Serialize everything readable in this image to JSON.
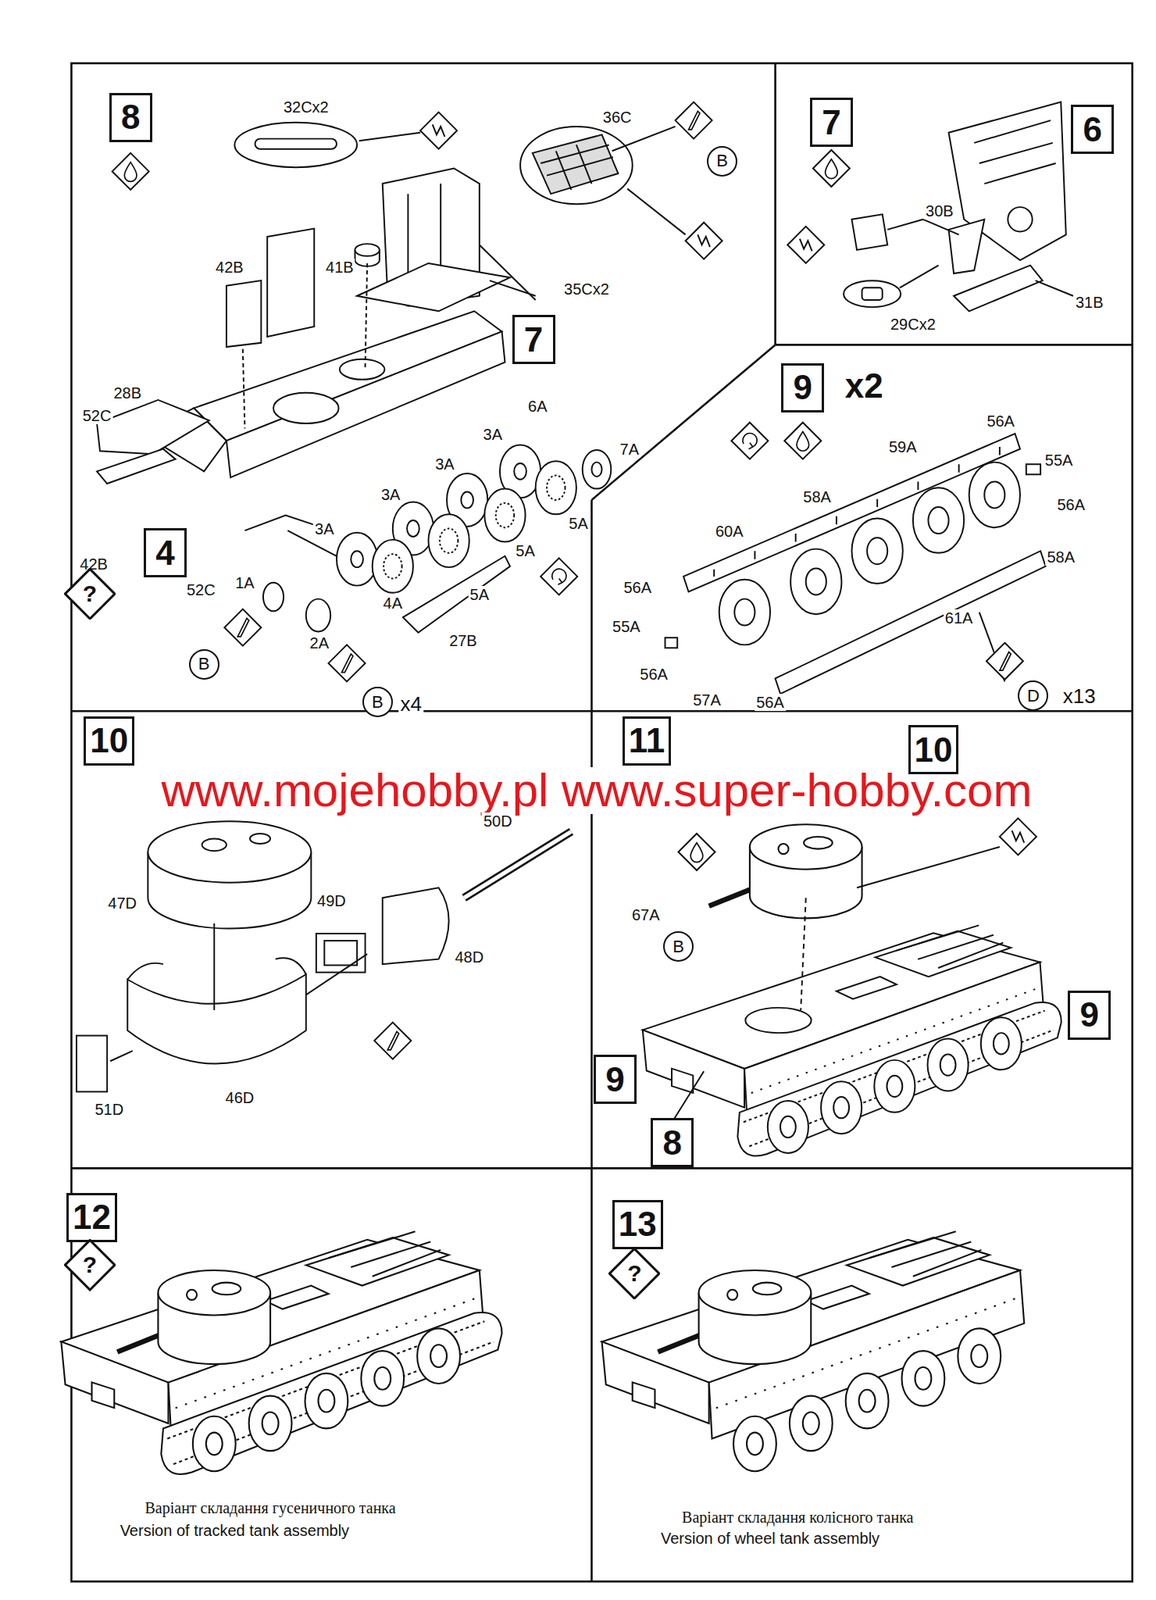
{
  "diagram": {
    "nodes": [
      {
        "text": [
          "8"
        ]
      },
      {
        "text": [
          "?"
        ]
      },
      {
        "text": [
          "4"
        ]
      },
      {
        "text": [
          "7"
        ]
      },
      {
        "text": [
          "B"
        ]
      },
      {
        "text": [
          "B"
        ]
      },
      {
        "text": [
          "B"
        ]
      },
      {
        "text": [
          "7"
        ]
      },
      {
        "text": [
          "6"
        ]
      },
      {
        "text": [
          "9"
        ]
      },
      {
        "text": [
          "D"
        ]
      },
      {
        "text": [
          "10"
        ]
      },
      {
        "text": [
          "11"
        ]
      },
      {
        "text": [
          "10"
        ]
      },
      {
        "text": [
          "B"
        ]
      },
      {
        "text": [
          "9"
        ]
      },
      {
        "text": [
          "9"
        ]
      },
      {
        "text": [
          "8"
        ]
      },
      {
        "text": [
          "12"
        ]
      },
      {
        "text": [
          "?"
        ]
      },
      {
        "text": [
          "13"
        ]
      },
      {
        "text": [
          "?"
        ]
      }
    ],
    "labels": [
      "32Cx2",
      "36C",
      "42B",
      "41B",
      "35Cx2",
      "28B",
      "52C",
      "6A",
      "3A",
      "7A",
      "3A",
      "3A",
      "5A",
      "3A",
      "5A",
      "42B",
      "1A",
      "52C",
      "5A",
      "4A",
      "27B",
      "2A",
      "x4",
      "30B",
      "31B",
      "29Cx2",
      "x2",
      "56A",
      "59A",
      "55A",
      "58A",
      "56A",
      "60A",
      "58A",
      "56A",
      "61A",
      "55A",
      "56A",
      "x13",
      "57A",
      "56A",
      "www.mojehobby.pl www.super-hobby.com",
      "50D",
      "47D",
      "49D",
      "67A",
      "48D",
      "46D",
      "51D",
      "Варіант складання гусеничного танка",
      "Version of tracked tank assembly",
      "Варіант складання колісного танка",
      "Version of wheel tank assembly"
    ]
  }
}
